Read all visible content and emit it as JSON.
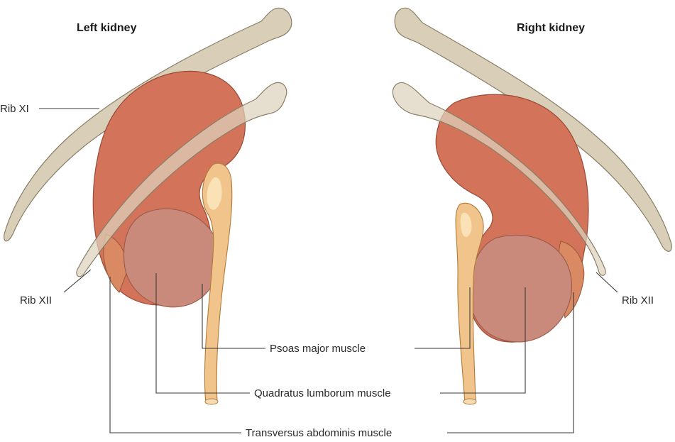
{
  "titles": {
    "left": "Left kidney",
    "right": "Right kidney"
  },
  "labels": {
    "rib_xi": "Rib XI",
    "rib_xii_left": "Rib XII",
    "rib_xii_right": "Rib XII",
    "psoas": "Psoas major muscle",
    "quadratus": "Quadratus lumborum muscle",
    "transversus": "Transversus abdominis muscle"
  },
  "colors": {
    "kidney": "#d2735a",
    "rib": "#d9cfb8",
    "psoas": "#f0c48a",
    "quadratus": "#c98a7c",
    "transversus": "#d98a62"
  }
}
